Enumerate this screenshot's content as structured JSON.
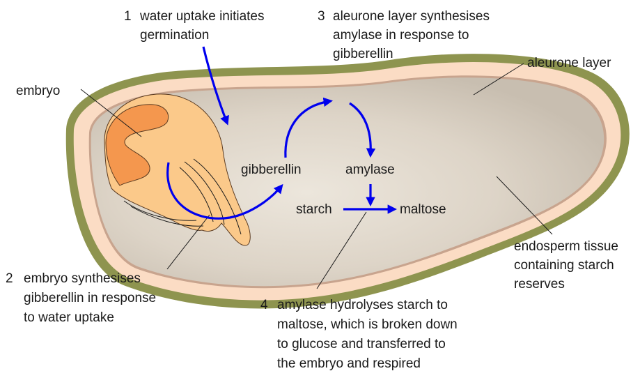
{
  "labels": {
    "step1": {
      "number": "1",
      "lines": [
        "water uptake initiates",
        "germination"
      ]
    },
    "step2": {
      "number": "2",
      "lines": [
        "embryo synthesises",
        "gibberellin in response",
        "to water uptake"
      ]
    },
    "step3": {
      "number": "3",
      "lines": [
        "aleurone layer synthesises",
        "amylase in response to",
        "gibberellin"
      ]
    },
    "step4": {
      "number": "4",
      "lines": [
        "amylase hydrolyses starch to",
        "maltose, which is broken down",
        "to glucose and transferred to",
        "the embryo and respired"
      ]
    },
    "embryo": "embryo",
    "aleurone_layer": "aleurone layer",
    "endosperm": {
      "lines": [
        "endosperm tissue",
        "containing starch",
        "reserves"
      ]
    },
    "gibberellin": "gibberellin",
    "amylase": "amylase",
    "starch": "starch",
    "maltose": "maltose"
  },
  "colors": {
    "seed_coat": "#8e944f",
    "aleurone": "#fbdcc4",
    "endosperm_center": "#ebe4da",
    "endosperm_edge": "#c9bfb1",
    "embryo_light": "#fbc98a",
    "embryo_dark": "#f4974e",
    "arrow": "#0000ee",
    "text": "#1a1a1a"
  }
}
